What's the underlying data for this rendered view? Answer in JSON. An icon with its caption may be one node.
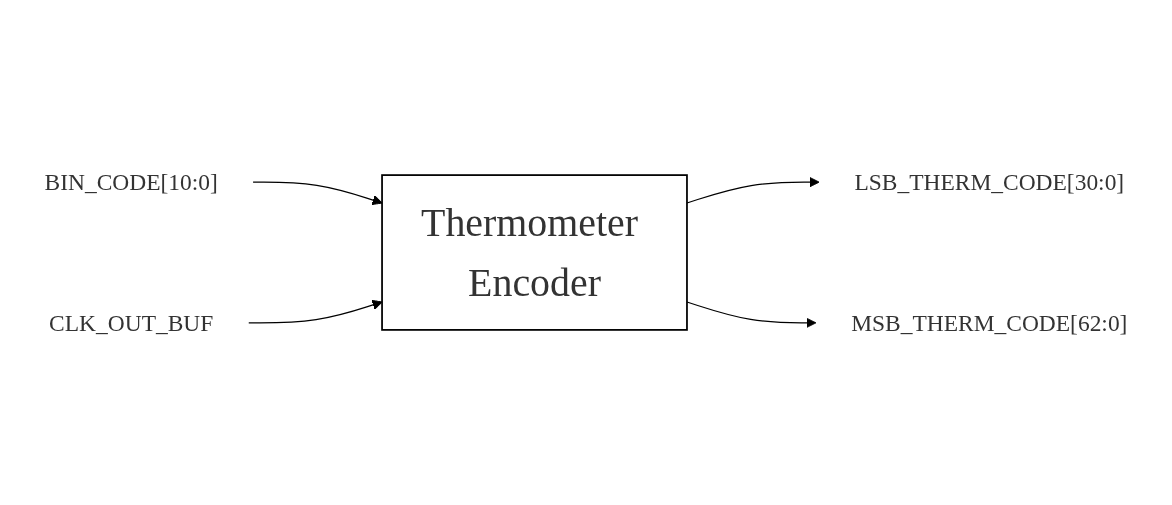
{
  "diagram": {
    "nodes": [
      {
        "text": [
          "BIN_CODE[10:0]"
        ]
      },
      {
        "text": [
          "CLK_OUT_BUF"
        ]
      },
      {
        "text": [
          "Thermometer Encoder"
        ]
      },
      {
        "text": [
          "LSB_THERM_CODE[30:0]"
        ]
      },
      {
        "text": [
          "MSB_THERM_CODE[62:0]"
        ]
      }
    ],
    "edges": [
      {
        "from": 0,
        "to": 2,
        "arrow": "to"
      },
      {
        "from": 1,
        "to": 2,
        "arrow": "to"
      },
      {
        "from": 2,
        "to": 3,
        "arrow": "to"
      },
      {
        "from": 2,
        "to": 4,
        "arrow": "to"
      }
    ]
  }
}
